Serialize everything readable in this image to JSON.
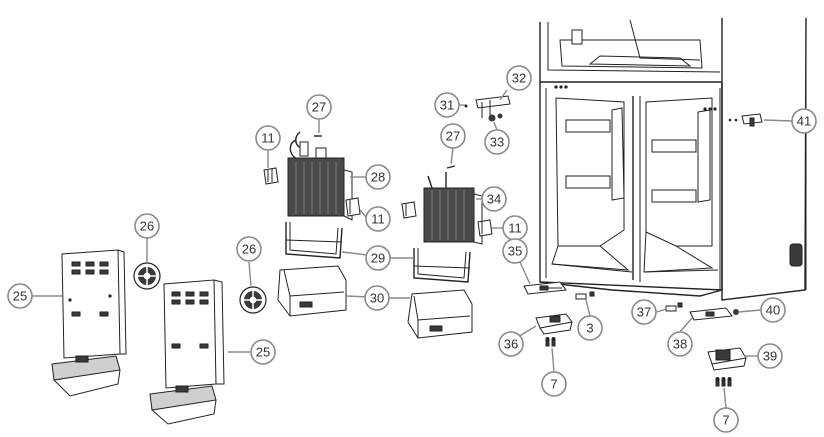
{
  "callouts": {
    "c25a": "25",
    "c25b": "25",
    "c26a": "26",
    "c26b": "26",
    "c11a": "11",
    "c11b": "11",
    "c11c": "11",
    "c27a": "27",
    "c27b": "27",
    "c28": "28",
    "c29": "29",
    "c30": "30",
    "c31": "31",
    "c32": "32",
    "c33": "33",
    "c34": "34",
    "c35": "35",
    "c36": "36",
    "c3": "3",
    "c37": "37",
    "c38": "38",
    "c39": "39",
    "c40": "40",
    "c41": "41",
    "c7a": "7",
    "c7b": "7"
  }
}
